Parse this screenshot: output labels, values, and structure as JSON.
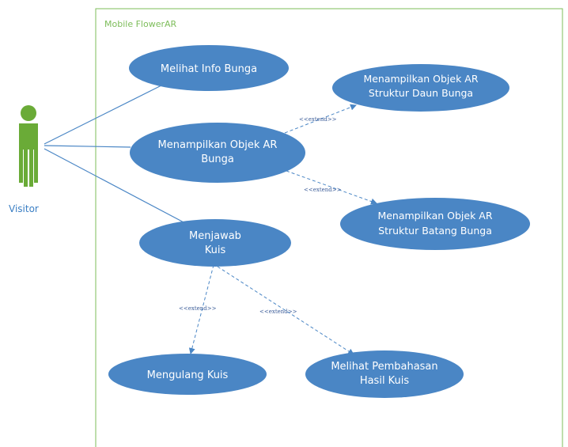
{
  "system": {
    "title": "Mobile FlowerAR",
    "border_color": "#7dbd5a"
  },
  "actor": {
    "label": "Visitor",
    "color": "#6aab37",
    "icon": "stick-figure-actor-icon"
  },
  "use_cases": {
    "info_bunga": {
      "line1": "Melihat Info Bunga"
    },
    "objek_bunga": {
      "line1": "Menampilkan Objek AR",
      "line2": "Bunga"
    },
    "daun": {
      "line1": "Menampilkan Objek AR",
      "line2": "Struktur Daun Bunga"
    },
    "batang": {
      "line1": "Menampilkan Objek AR",
      "line2": "Struktur Batang Bunga"
    },
    "kuis": {
      "line1": "Menjawab",
      "line2": "Kuis"
    },
    "mengulang": {
      "line1": "Mengulang Kuis"
    },
    "pembahasan": {
      "line1": "Melihat Pembahasan",
      "line2": "Hasil Kuis"
    }
  },
  "relations": {
    "extend_daun": "<<extend>>",
    "extend_batang": "<<extend>>",
    "extend_mengulang": "<<extend>>",
    "extend_pembahasan": "<<extend>>"
  },
  "colors": {
    "use_case_fill": "#4a86c5",
    "line": "#4a86c5"
  }
}
